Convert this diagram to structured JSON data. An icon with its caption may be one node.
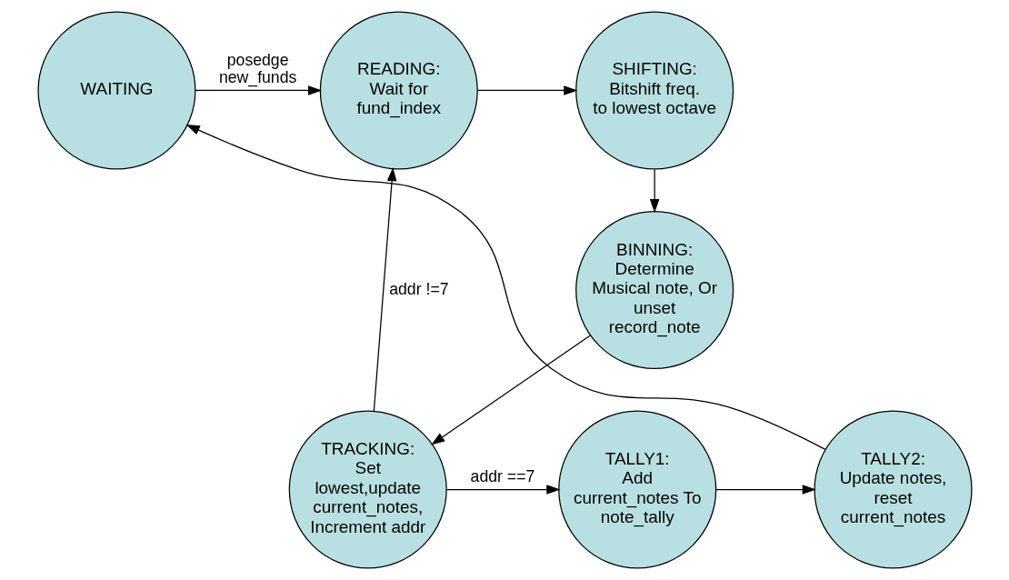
{
  "diagram": {
    "nodes": [
      {
        "text": [
          "WAITING"
        ]
      },
      {
        "text": [
          "READING:",
          "Wait for fund_index"
        ]
      },
      {
        "text": [
          "SHIFTING:",
          "Bitshift freq. to lowest octave"
        ]
      },
      {
        "text": [
          "BINNING:",
          "Determine Musical note, Or unset record_note"
        ]
      },
      {
        "text": [
          "TRACKING:",
          "Set lowest,update current_notes, Increment addr"
        ]
      },
      {
        "text": [
          "TALLY1:",
          "Add current_notes To note_tally"
        ]
      },
      {
        "text": [
          "TALLY2:",
          "Update notes, reset current_notes"
        ]
      }
    ],
    "edges": [
      {
        "from": 0,
        "to": 1,
        "arrow": "to",
        "label": "posedge new_funds"
      },
      {
        "from": 1,
        "to": 2,
        "arrow": "to"
      },
      {
        "from": 2,
        "to": 3,
        "arrow": "to"
      },
      {
        "from": 3,
        "to": 4,
        "arrow": "to"
      },
      {
        "from": 4,
        "to": 1,
        "arrow": "to",
        "label": "addr !=7"
      },
      {
        "from": 4,
        "to": 5,
        "arrow": "to",
        "label": "addr ==7"
      },
      {
        "from": 5,
        "to": 6,
        "arrow": "to"
      },
      {
        "from": 6,
        "to": 0,
        "arrow": "to"
      }
    ]
  }
}
